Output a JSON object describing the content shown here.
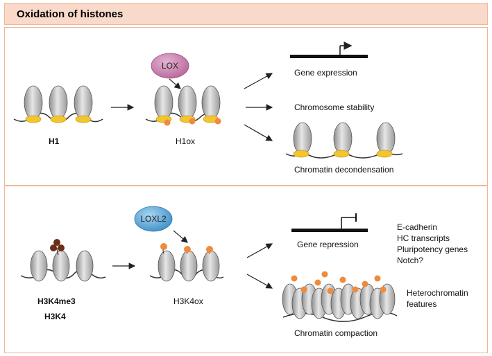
{
  "header": {
    "title": "Oxidation of histones"
  },
  "top": {
    "enzyme": "LOX",
    "left_label": "H1",
    "mid_label": "H1ox",
    "outcomes": [
      "Gene expression",
      "Chromosome stability",
      "Chromatin decondensation"
    ]
  },
  "bottom": {
    "enzyme": "LOXL2",
    "left_labels": [
      "H3K4me3",
      "H3K4"
    ],
    "mid_label": "H3K4ox",
    "outcomes": [
      "Gene repression",
      "Chromatin compaction"
    ],
    "targets": [
      "E-cadherin",
      "HC transcripts",
      "Pluripotency genes",
      "Notch?"
    ],
    "features": [
      "Heterochromatin",
      "features"
    ]
  },
  "colors": {
    "header_bg": "#f9d9c9",
    "panel_border": "#f2b595",
    "lox": "#c47aa8",
    "loxl2": "#5aa8d8",
    "linker_histone": "#f2c630",
    "oxidation_mark": "#f08a3c",
    "methyl_mark": "#6b2e16",
    "nucleosome": "#b8b8b8"
  }
}
